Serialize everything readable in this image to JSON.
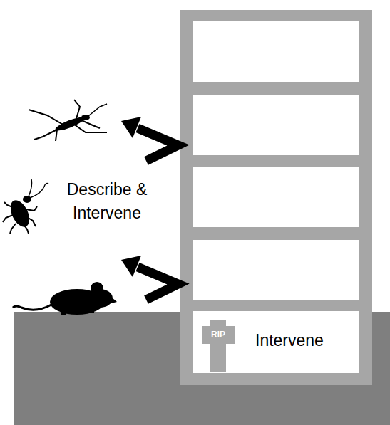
{
  "diagram": {
    "nodes": [
      {
        "text": [
          "Intervene"
        ]
      }
    ],
    "labels": [
      "RIP",
      "Describe & Intervene"
    ]
  }
}
